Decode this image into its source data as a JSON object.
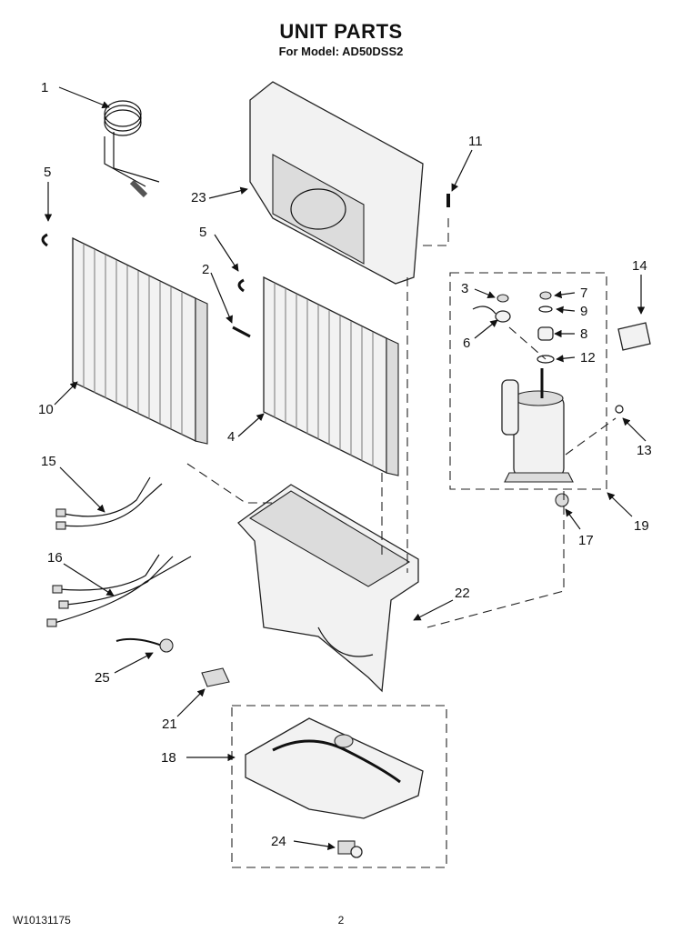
{
  "header": {
    "title": "UNIT PARTS",
    "model": "For Model: AD50DSS2"
  },
  "footer": {
    "doc_number": "W10131175",
    "page": "2"
  },
  "callouts": {
    "c1": "1",
    "c2": "2",
    "c3": "3",
    "c4": "4",
    "c5a": "5",
    "c5b": "5",
    "c6": "6",
    "c7": "7",
    "c8": "8",
    "c9": "9",
    "c10": "10",
    "c11": "11",
    "c12": "12",
    "c13": "13",
    "c14": "14",
    "c15": "15",
    "c16": "16",
    "c17": "17",
    "c18": "18",
    "c19": "19",
    "c21": "21",
    "c22": "22",
    "c23": "23",
    "c24": "24",
    "c25": "25"
  }
}
